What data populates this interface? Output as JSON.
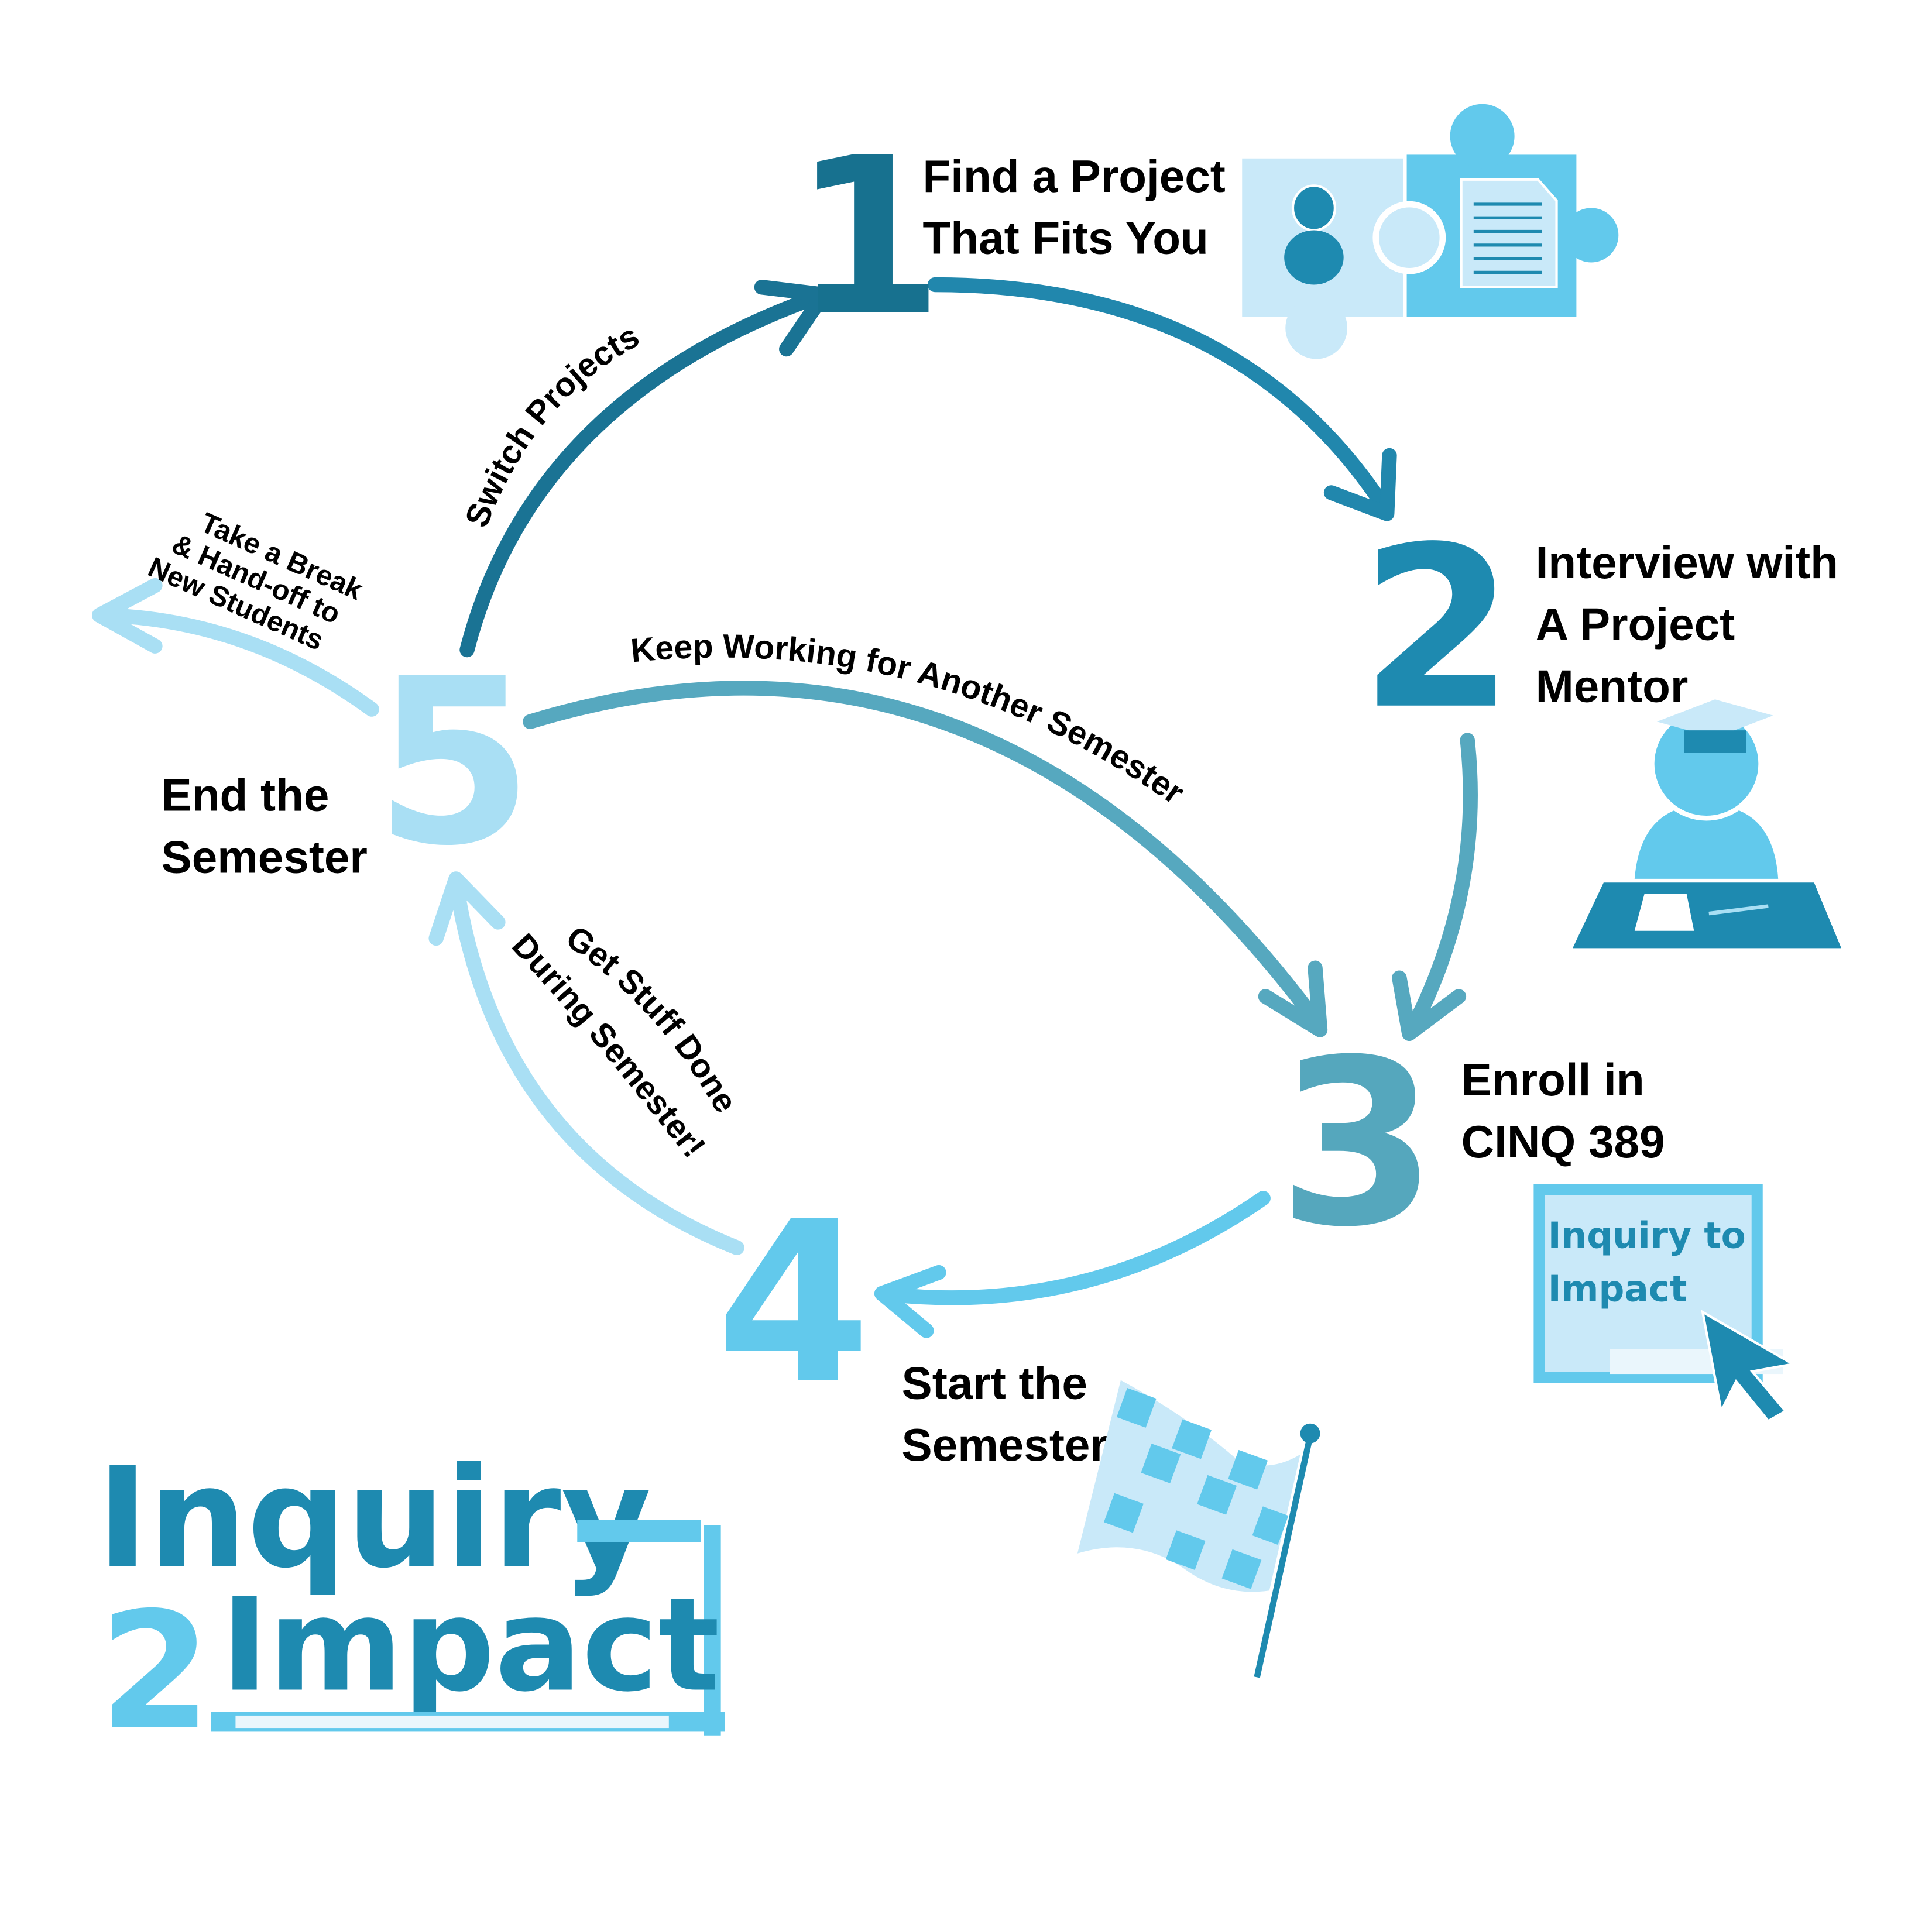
{
  "colors": {
    "step1": "#17718f",
    "step2": "#1e8ab0",
    "step3": "#55a7bd",
    "step4": "#62c9ec",
    "step5": "#a9dff4",
    "light": "#c9e9f9",
    "text": "#000000"
  },
  "steps": [
    {
      "number": "1",
      "lines": [
        "Find a Project",
        "That Fits You"
      ],
      "icon": "puzzle-icon"
    },
    {
      "number": "2",
      "lines": [
        "Interview with",
        "A Project",
        "Mentor"
      ],
      "icon": "mentor-icon"
    },
    {
      "number": "3",
      "lines": [
        "Enroll in",
        "CINQ 389"
      ],
      "icon": "monitor-cursor-icon",
      "icon_text": [
        "Inquiry to",
        "Impact"
      ]
    },
    {
      "number": "4",
      "lines": [
        "Start the",
        "Semester"
      ],
      "icon": "checkered-flag-icon"
    },
    {
      "number": "5",
      "lines": [
        "End the",
        "Semester"
      ]
    }
  ],
  "transitions": {
    "switch": "Switch Projects",
    "keep": "Keep Working for Another Semester",
    "get_done": [
      "Get Stuff Done",
      "During Semester!"
    ],
    "break": [
      "Take a Break",
      "& Hand-off to",
      "New Students"
    ]
  },
  "logo": {
    "line1": "Inquiry",
    "two": "2",
    "line2": "Impact"
  }
}
